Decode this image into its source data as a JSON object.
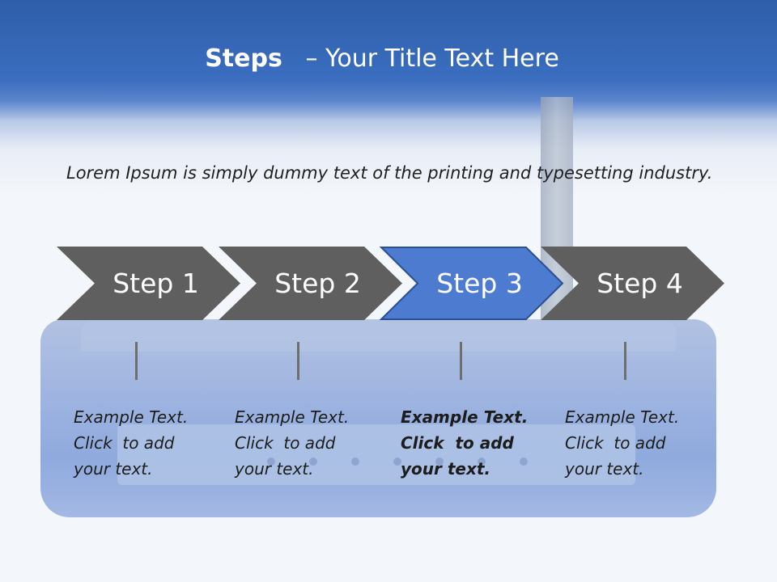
{
  "slide": {
    "title_bold": "Steps",
    "title_rest": "– Your Title Text Here",
    "lead_text": "Lorem Ipsum is simply dummy text of the printing and typesetting industry."
  },
  "steps": [
    {
      "label": "Step 1",
      "active": false
    },
    {
      "label": "Step 2",
      "active": false
    },
    {
      "label": "Step 3",
      "active": true
    },
    {
      "label": "Step 4",
      "active": false
    }
  ],
  "notes": [
    {
      "line1": "Example Text.",
      "line2": "Click  to add",
      "line3": "your text."
    },
    {
      "line1": "Example Text.",
      "line2": "Click  to add",
      "line3": "your text."
    },
    {
      "line1": "Example Text.",
      "line2": "Click  to add",
      "line3": "your text."
    },
    {
      "line1": "Example Text.",
      "line2": "Click  to add",
      "line3": "your text."
    }
  ],
  "colors": {
    "step_default": "#5f5f5f",
    "step_active": "#4c7bd0",
    "step_active_border": "#2a4f93"
  }
}
